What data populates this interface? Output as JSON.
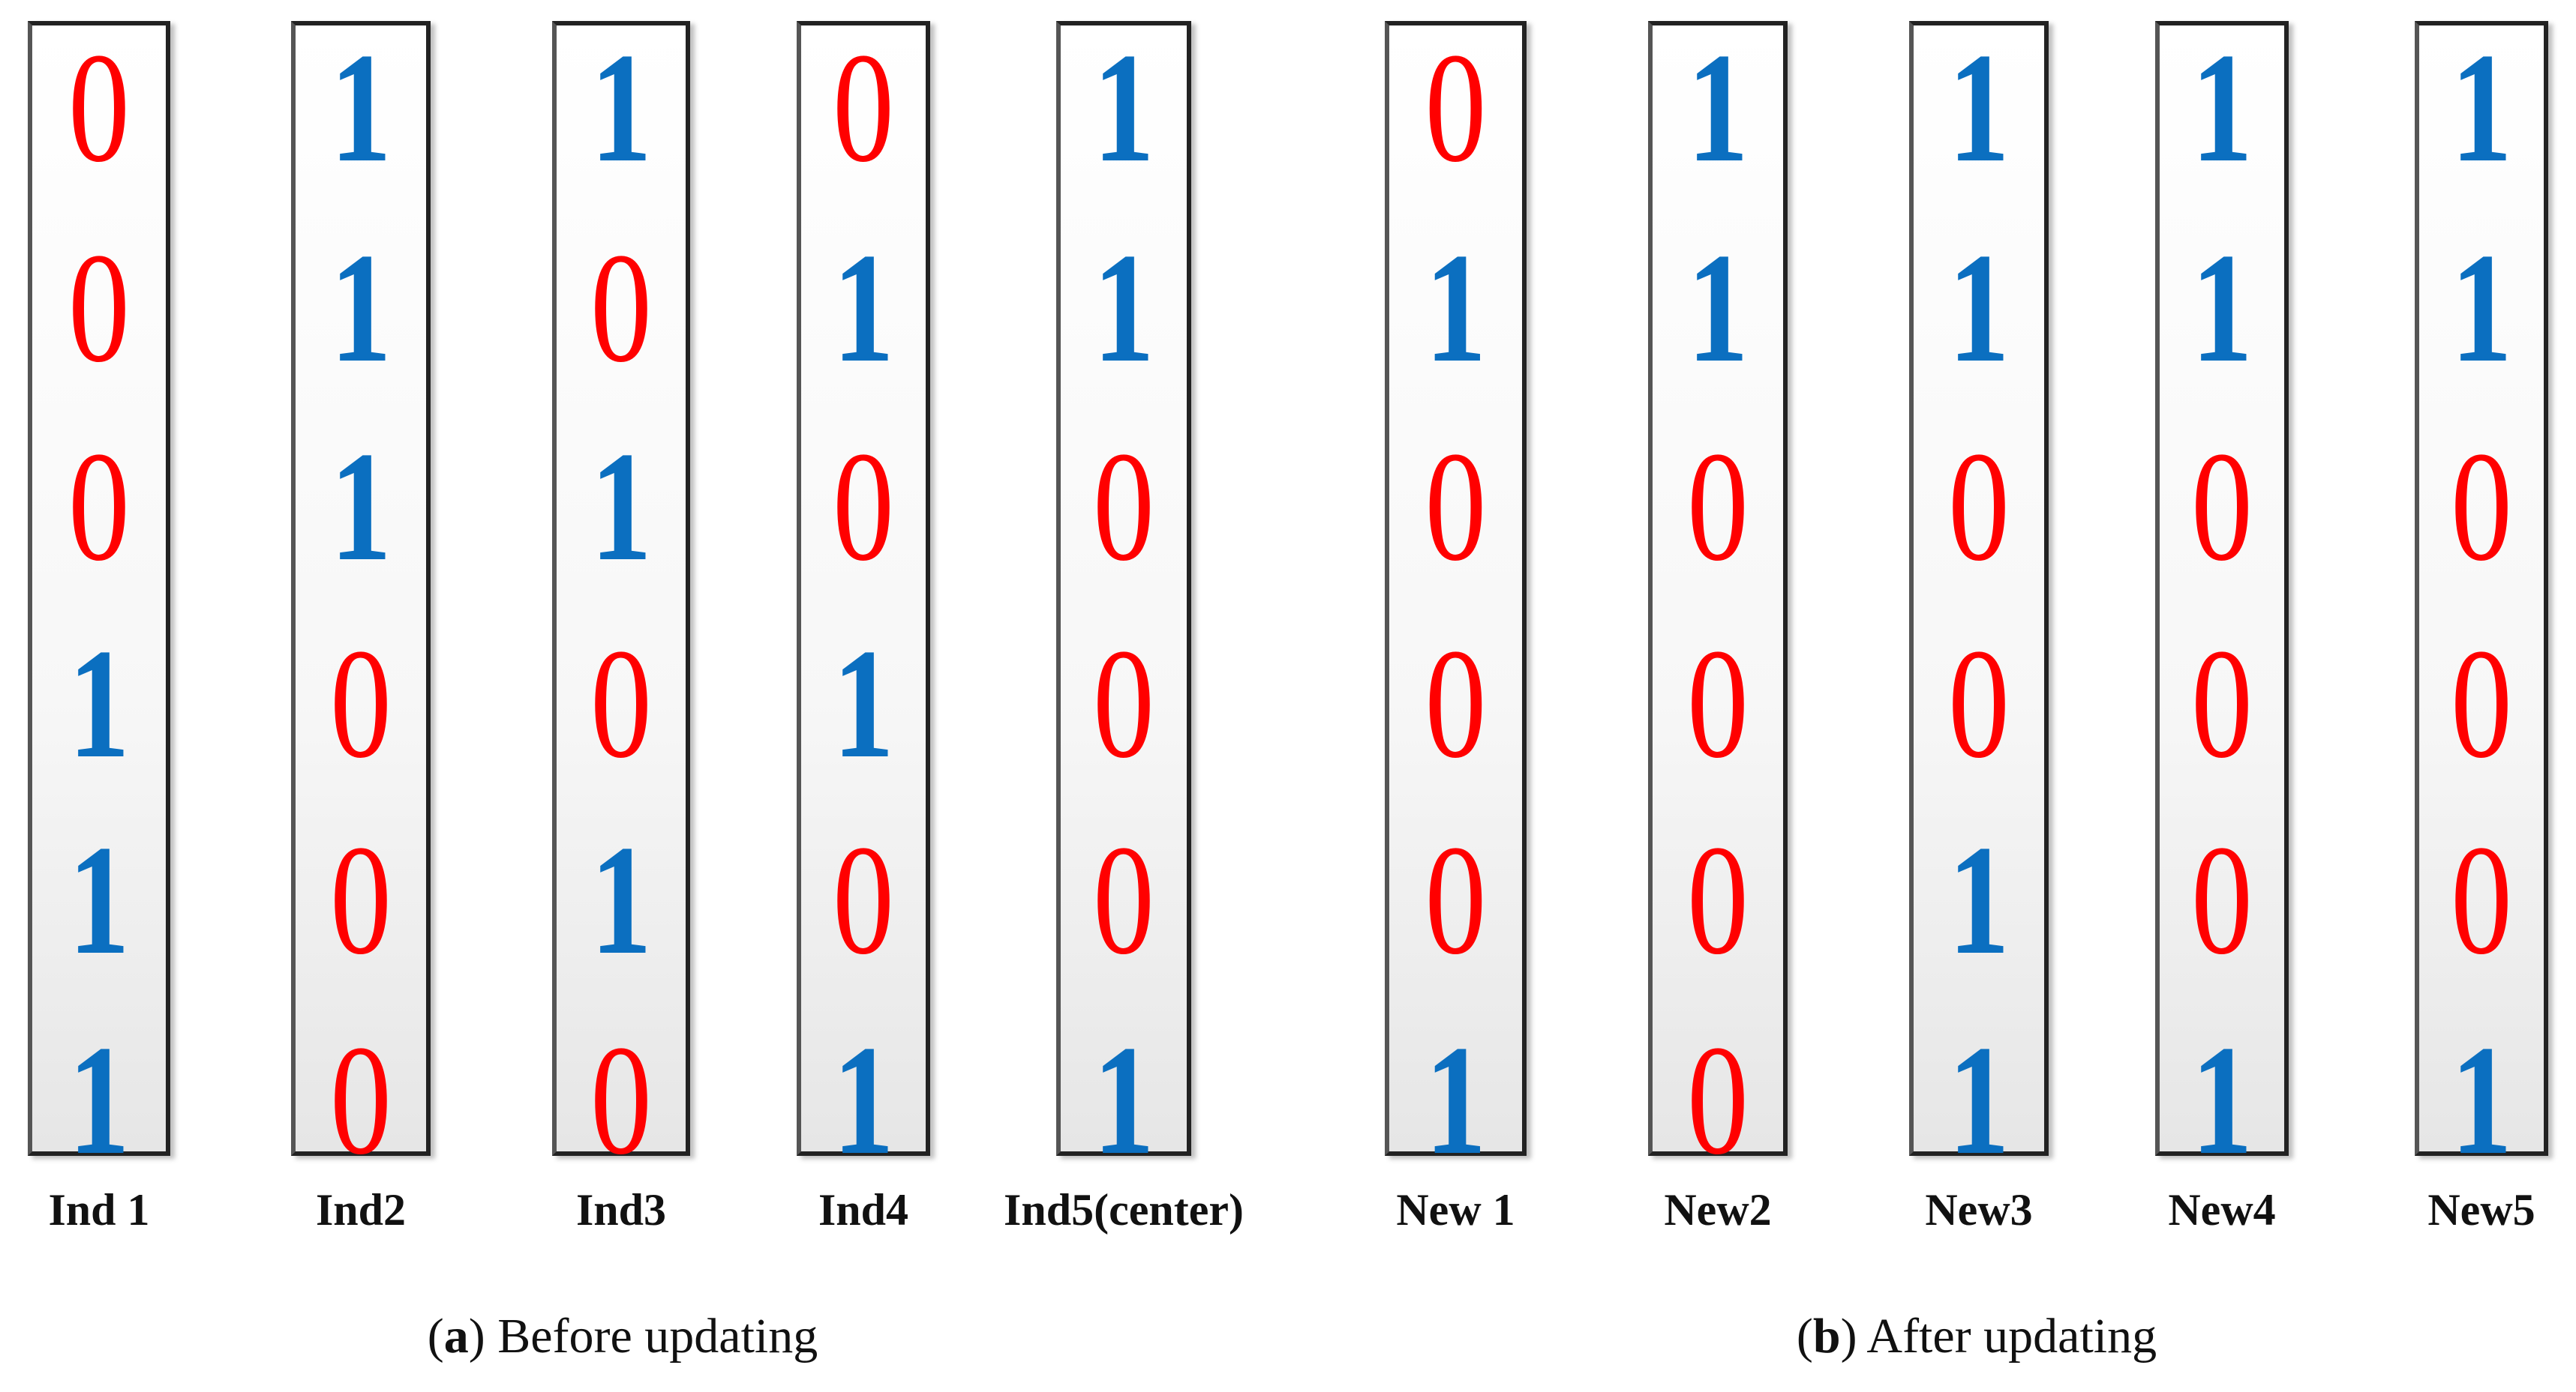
{
  "colors": {
    "zero": "#ff0000",
    "one": "#0b6fc0"
  },
  "panels": [
    {
      "letter": "a",
      "title": "Before updating",
      "columns": [
        {
          "label": "Ind 1",
          "bits": [
            "0",
            "0",
            "0",
            "1",
            "1",
            "1"
          ]
        },
        {
          "label": "Ind2",
          "bits": [
            "1",
            "1",
            "1",
            "0",
            "0",
            "0"
          ]
        },
        {
          "label": "Ind3",
          "bits": [
            "1",
            "0",
            "1",
            "0",
            "1",
            "0"
          ]
        },
        {
          "label": "Ind4",
          "bits": [
            "0",
            "1",
            "0",
            "1",
            "0",
            "1"
          ]
        },
        {
          "label": "Ind5(center)",
          "bits": [
            "1",
            "1",
            "0",
            "0",
            "0",
            "1"
          ]
        }
      ]
    },
    {
      "letter": "b",
      "title": "After updating",
      "columns": [
        {
          "label": "New 1",
          "bits": [
            "0",
            "1",
            "0",
            "0",
            "0",
            "1"
          ]
        },
        {
          "label": "New2",
          "bits": [
            "1",
            "1",
            "0",
            "0",
            "0",
            "0"
          ]
        },
        {
          "label": "New3",
          "bits": [
            "1",
            "1",
            "0",
            "0",
            "1",
            "1"
          ]
        },
        {
          "label": "New4",
          "bits": [
            "1",
            "1",
            "0",
            "0",
            "0",
            "1"
          ]
        },
        {
          "label": "New5",
          "bits": [
            "1",
            "1",
            "0",
            "0",
            "0",
            "1"
          ]
        }
      ]
    }
  ]
}
